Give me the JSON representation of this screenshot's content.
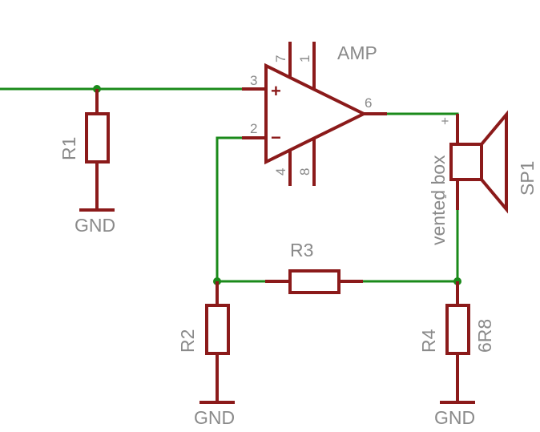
{
  "components": {
    "amp": {
      "name": "AMP",
      "pins": {
        "p3": "3",
        "p2": "2",
        "p6": "6",
        "p7": "7",
        "p1": "1",
        "p4": "4",
        "p8": "8"
      },
      "plus": "+",
      "minus": "−"
    },
    "r1": {
      "name": "R1"
    },
    "r2": {
      "name": "R2"
    },
    "r3": {
      "name": "R3"
    },
    "r4": {
      "name": "R4",
      "value": "6R8"
    },
    "sp1": {
      "name": "SP1",
      "value": "vented box",
      "plus": "+",
      "minus": "-"
    }
  },
  "grounds": [
    "GND",
    "GND",
    "GND"
  ],
  "colors": {
    "wire": "#1a8a1a",
    "part": "#8b1a1a",
    "label": "#8a8a8a"
  }
}
